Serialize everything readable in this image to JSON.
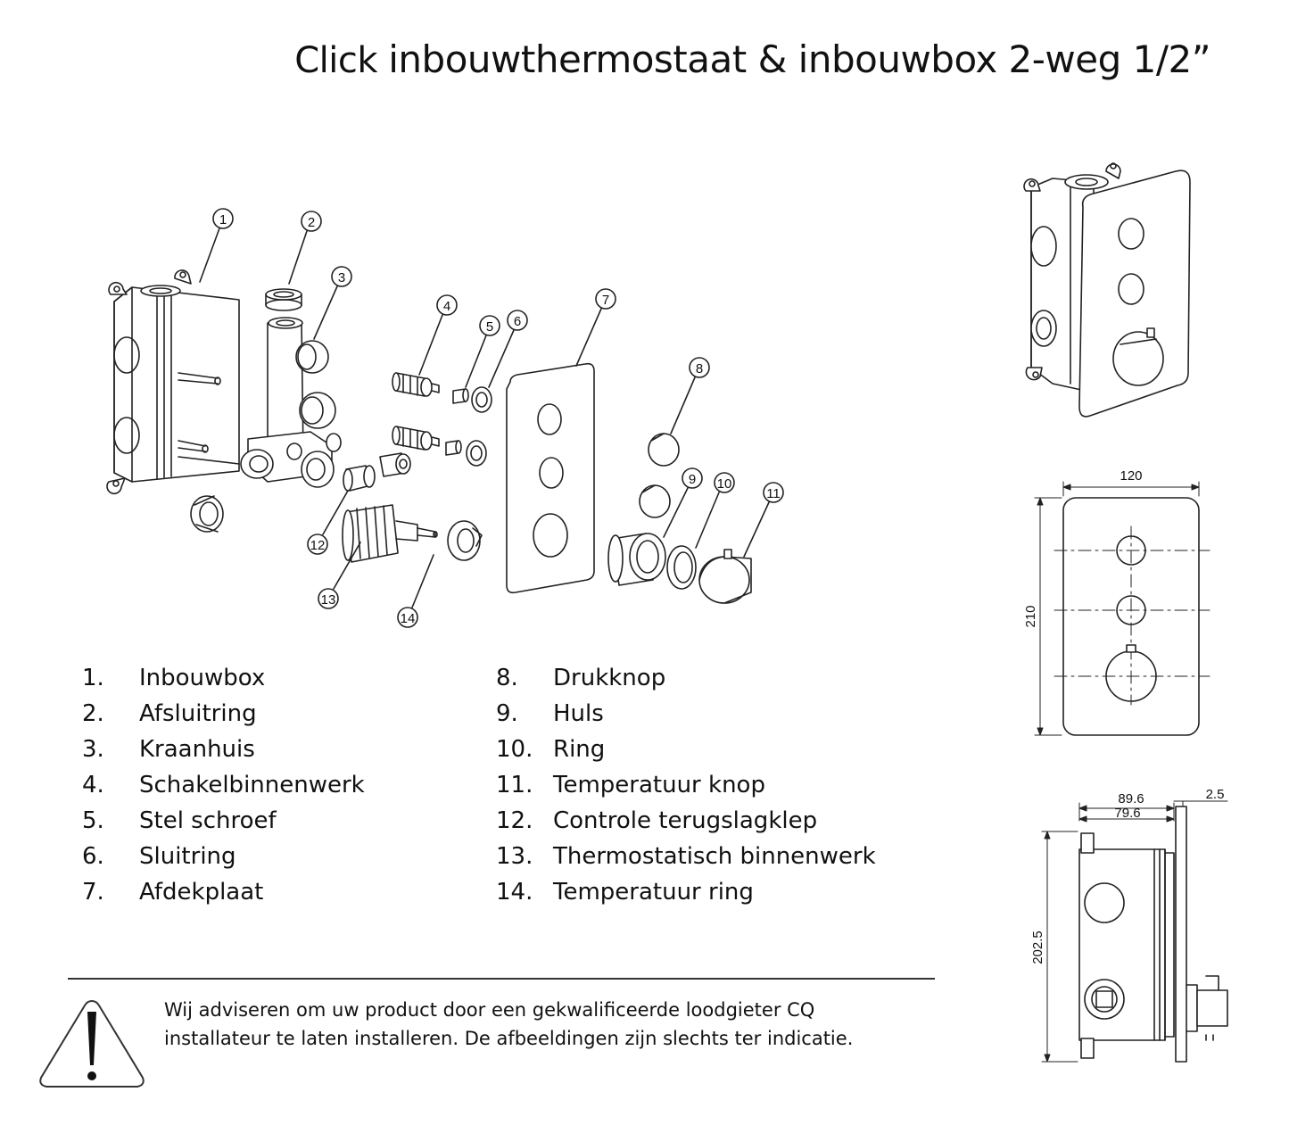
{
  "title": {
    "lead": "Click ",
    "main": "inbouwthermostaat & inbouwbox 2-weg 1/2”"
  },
  "callouts": [
    "1",
    "2",
    "3",
    "4",
    "5",
    "6",
    "7",
    "8",
    "9",
    "10",
    "11",
    "12",
    "13",
    "14"
  ],
  "parts_left": [
    {
      "num": "1.",
      "name": "Inbouwbox"
    },
    {
      "num": "2.",
      "name": "Afsluitring"
    },
    {
      "num": "3.",
      "name": "Kraanhuis"
    },
    {
      "num": "4.",
      "name": "Schakelbinnenwerk"
    },
    {
      "num": "5.",
      "name": "Stel schroef"
    },
    {
      "num": "6.",
      "name": "Sluitring"
    },
    {
      "num": "7.",
      "name": "Afdekplaat"
    }
  ],
  "parts_right": [
    {
      "num": "8.",
      "name": "Drukknop"
    },
    {
      "num": "9.",
      "name": "Huls"
    },
    {
      "num": "10.",
      "name": "Ring"
    },
    {
      "num": "11.",
      "name": "Temperatuur knop"
    },
    {
      "num": "12.",
      "name": "Controle terugslagklep"
    },
    {
      "num": "13.",
      "name": "Thermostatisch binnenwerk"
    },
    {
      "num": "14.",
      "name": "Temperatuur ring"
    }
  ],
  "dimensions": {
    "front_width": "120",
    "front_height": "210",
    "side_depth_total": "89.6",
    "side_depth_box": "79.6",
    "plate_thickness": "2.5",
    "side_height": "202.5"
  },
  "warning": {
    "text": "Wij adviseren om uw product door een gekwalificeerde loodgieter CQ installateur te laten installeren. De afbeeldingen zijn slechts ter indicatie.",
    "icon": "warning-triangle-icon"
  },
  "colors": {
    "line": "#222222"
  }
}
